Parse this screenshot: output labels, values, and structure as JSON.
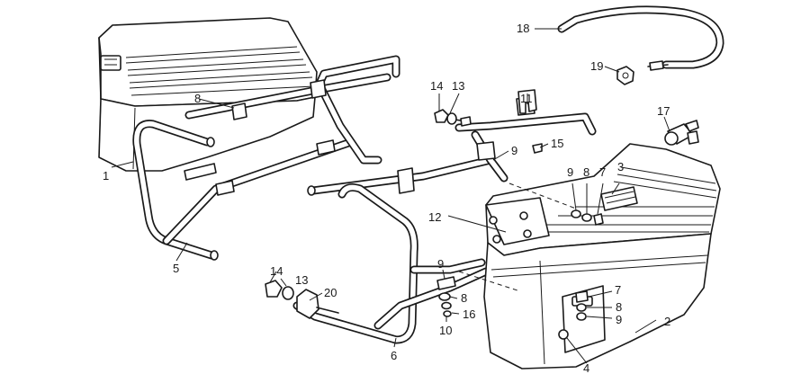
{
  "callouts": [
    {
      "id": "c1",
      "text": "1"
    },
    {
      "id": "c2",
      "text": "2"
    },
    {
      "id": "c3",
      "text": "3"
    },
    {
      "id": "c4",
      "text": "4"
    },
    {
      "id": "c5",
      "text": "5"
    },
    {
      "id": "c6",
      "text": "6"
    },
    {
      "id": "c7a",
      "text": "7"
    },
    {
      "id": "c7b",
      "text": "7"
    },
    {
      "id": "c8a",
      "text": "8"
    },
    {
      "id": "c8b",
      "text": "8"
    },
    {
      "id": "c8c",
      "text": "8"
    },
    {
      "id": "c8d",
      "text": "8"
    },
    {
      "id": "c9a",
      "text": "9"
    },
    {
      "id": "c9b",
      "text": "9"
    },
    {
      "id": "c9c",
      "text": "9"
    },
    {
      "id": "c9d",
      "text": "9"
    },
    {
      "id": "c10",
      "text": "10"
    },
    {
      "id": "c11",
      "text": "11"
    },
    {
      "id": "c12",
      "text": "12"
    },
    {
      "id": "c13a",
      "text": "13"
    },
    {
      "id": "c13b",
      "text": "13"
    },
    {
      "id": "c14a",
      "text": "14"
    },
    {
      "id": "c14b",
      "text": "14"
    },
    {
      "id": "c15",
      "text": "15"
    },
    {
      "id": "c16",
      "text": "16"
    },
    {
      "id": "c17",
      "text": "17"
    },
    {
      "id": "c18",
      "text": "18"
    },
    {
      "id": "c19",
      "text": "19"
    },
    {
      "id": "c20",
      "text": "20"
    }
  ]
}
